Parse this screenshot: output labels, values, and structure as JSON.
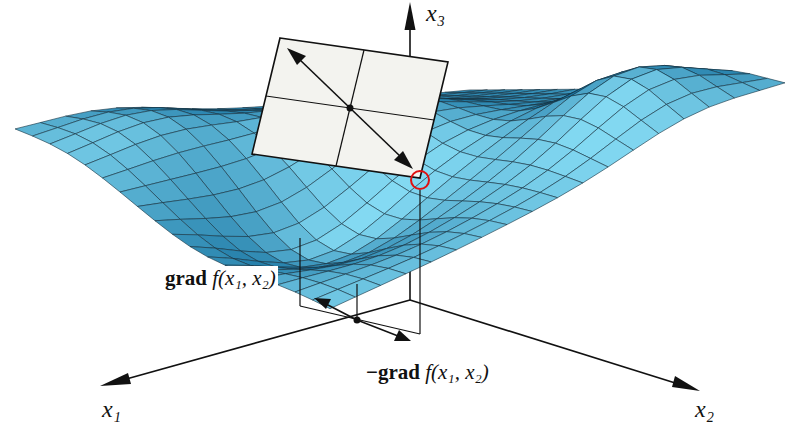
{
  "diagram": {
    "labels": [
      "x₃",
      "grad f(x₁, x₂)",
      "−grad f(x₁, x₂)",
      "x₁",
      "x₂"
    ]
  }
}
